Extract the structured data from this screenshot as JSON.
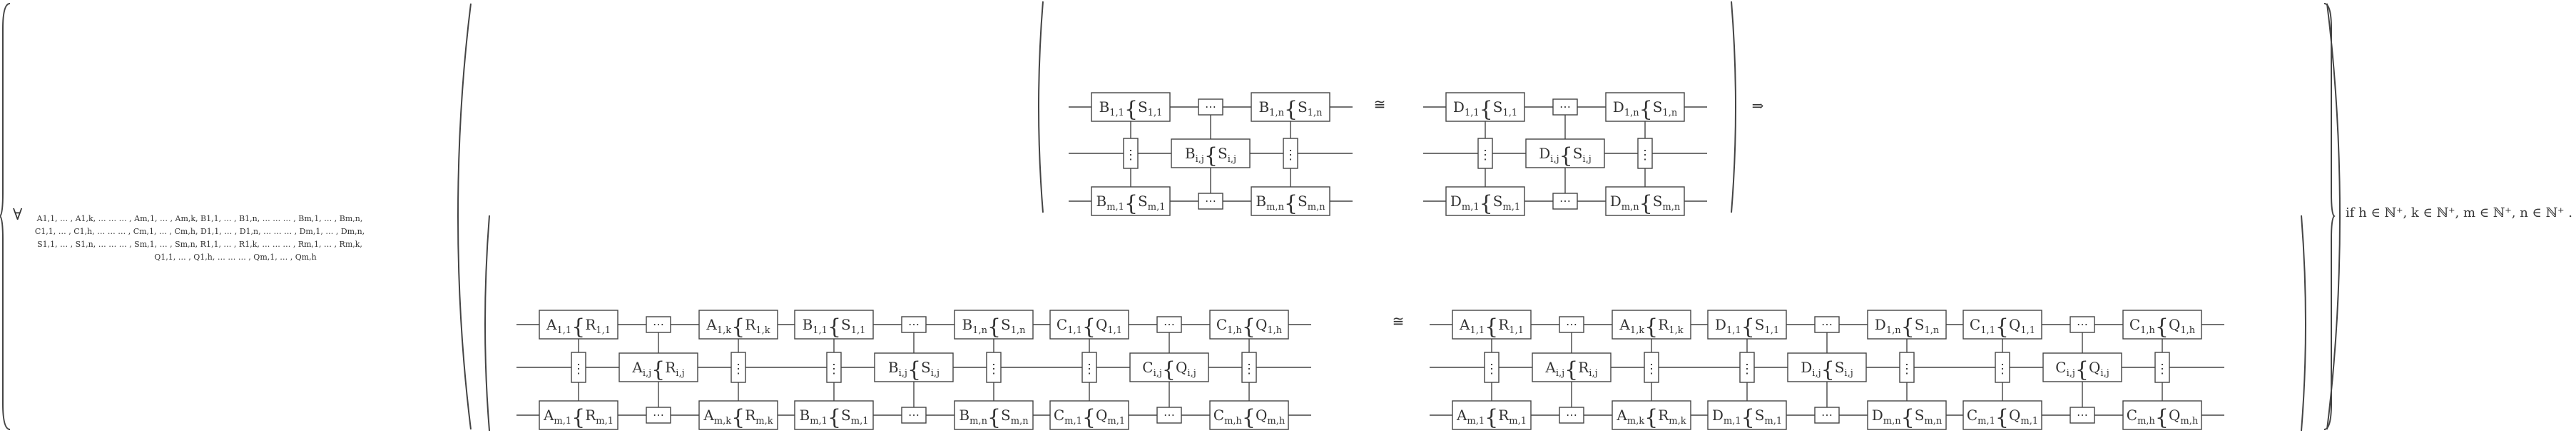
{
  "quantifier": {
    "symbol": "∀",
    "rows": [
      "A1,1, … , A1,k, … … … , Am,1, … , Am,k, B1,1, … , B1,n, … … … , Bm,1, … , Bm,n,",
      "C1,1, … , C1,h, … … … , Cm,1, … , Cm,h, D1,1, … , D1,n, … … … , Dm,1, … , Dm,n,",
      "S1,1, … , S1,n, … … … , Sm,1, … , Sm,n, R1,1, … , R1,k, … … … , Rm,1, … , Rm,k,",
      "Q1,1, … , Q1,h, … … … , Qm,1, … , Qm,h"
    ]
  },
  "symbols": {
    "iso": "≅",
    "implies": "⇒",
    "dots": "⋯",
    "vdots": "⋮"
  },
  "premise": {
    "left": {
      "tl": [
        "B",
        "1,1",
        "S",
        "1,1"
      ],
      "tr": [
        "B",
        "1,n",
        "S",
        "1,n"
      ],
      "mid": [
        "B",
        "i,j",
        "S",
        "i,j"
      ],
      "bl": [
        "B",
        "m,1",
        "S",
        "m,1"
      ],
      "br": [
        "B",
        "m,n",
        "S",
        "m,n"
      ]
    },
    "right": {
      "tl": [
        "D",
        "1,1",
        "S",
        "1,1"
      ],
      "tr": [
        "D",
        "1,n",
        "S",
        "1,n"
      ],
      "mid": [
        "D",
        "i,j",
        "S",
        "i,j"
      ],
      "bl": [
        "D",
        "m,1",
        "S",
        "m,1"
      ],
      "br": [
        "D",
        "m,n",
        "S",
        "m,n"
      ]
    }
  },
  "conclusion": {
    "left": [
      {
        "tl": [
          "A",
          "1,1",
          "R",
          "1,1"
        ],
        "tr": [
          "A",
          "1,k",
          "R",
          "1,k"
        ],
        "mid": [
          "A",
          "i,j",
          "R",
          "i,j"
        ],
        "bl": [
          "A",
          "m,1",
          "R",
          "m,1"
        ],
        "br": [
          "A",
          "m,k",
          "R",
          "m,k"
        ]
      },
      {
        "tl": [
          "B",
          "1,1",
          "S",
          "1,1"
        ],
        "tr": [
          "B",
          "1,n",
          "S",
          "1,n"
        ],
        "mid": [
          "B",
          "i,j",
          "S",
          "i,j"
        ],
        "bl": [
          "B",
          "m,1",
          "S",
          "m,1"
        ],
        "br": [
          "B",
          "m,n",
          "S",
          "m,n"
        ]
      },
      {
        "tl": [
          "C",
          "1,1",
          "Q",
          "1,1"
        ],
        "tr": [
          "C",
          "1,h",
          "Q",
          "1,h"
        ],
        "mid": [
          "C",
          "i,j",
          "Q",
          "i,j"
        ],
        "bl": [
          "C",
          "m,1",
          "Q",
          "m,1"
        ],
        "br": [
          "C",
          "m,h",
          "Q",
          "m,h"
        ]
      }
    ],
    "right": [
      {
        "tl": [
          "A",
          "1,1",
          "R",
          "1,1"
        ],
        "tr": [
          "A",
          "1,k",
          "R",
          "1,k"
        ],
        "mid": [
          "A",
          "i,j",
          "R",
          "i,j"
        ],
        "bl": [
          "A",
          "m,1",
          "R",
          "m,1"
        ],
        "br": [
          "A",
          "m,k",
          "R",
          "m,k"
        ]
      },
      {
        "tl": [
          "D",
          "1,1",
          "S",
          "1,1"
        ],
        "tr": [
          "D",
          "1,n",
          "S",
          "1,n"
        ],
        "mid": [
          "D",
          "i,j",
          "S",
          "i,j"
        ],
        "bl": [
          "D",
          "m,1",
          "S",
          "m,1"
        ],
        "br": [
          "D",
          "m,n",
          "S",
          "m,n"
        ]
      },
      {
        "tl": [
          "C",
          "1,1",
          "Q",
          "1,1"
        ],
        "tr": [
          "C",
          "1,h",
          "Q",
          "1,h"
        ],
        "mid": [
          "C",
          "i,j",
          "Q",
          "i,j"
        ],
        "bl": [
          "C",
          "m,1",
          "Q",
          "m,1"
        ],
        "br": [
          "C",
          "m,h",
          "Q",
          "m,h"
        ]
      }
    ]
  },
  "condition": "if h ∈ ℕ⁺, k ∈ ℕ⁺, m ∈ ℕ⁺, n ∈ ℕ⁺ ."
}
